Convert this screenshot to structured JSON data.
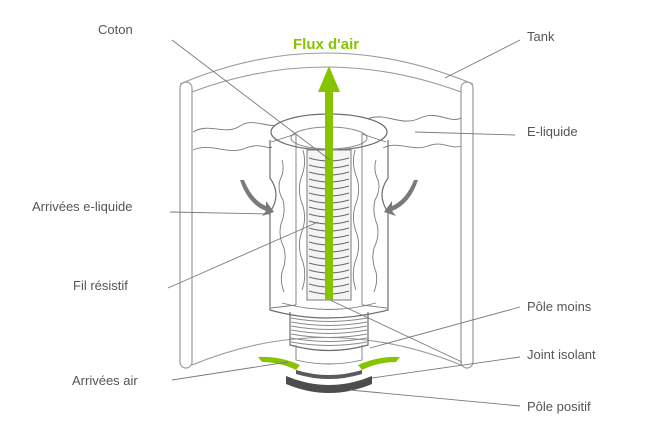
{
  "diagram": {
    "title": "Flux d'air",
    "labels": {
      "coton": "Coton",
      "tank": "Tank",
      "e_liquide": "E-liquide",
      "arrivees_e_liquide": "Arrivées e-liquide",
      "fil_resistif": "Fil résistif",
      "pole_moins": "Pôle moins",
      "joint_isolant": "Joint isolant",
      "arrivees_air": "Arrivées air",
      "pole_positif": "Pôle positif"
    }
  },
  "colors": {
    "airflow": "#86c400",
    "ring": "#4d4d4d",
    "outline": "#9a9a9a",
    "label": "#555555"
  }
}
